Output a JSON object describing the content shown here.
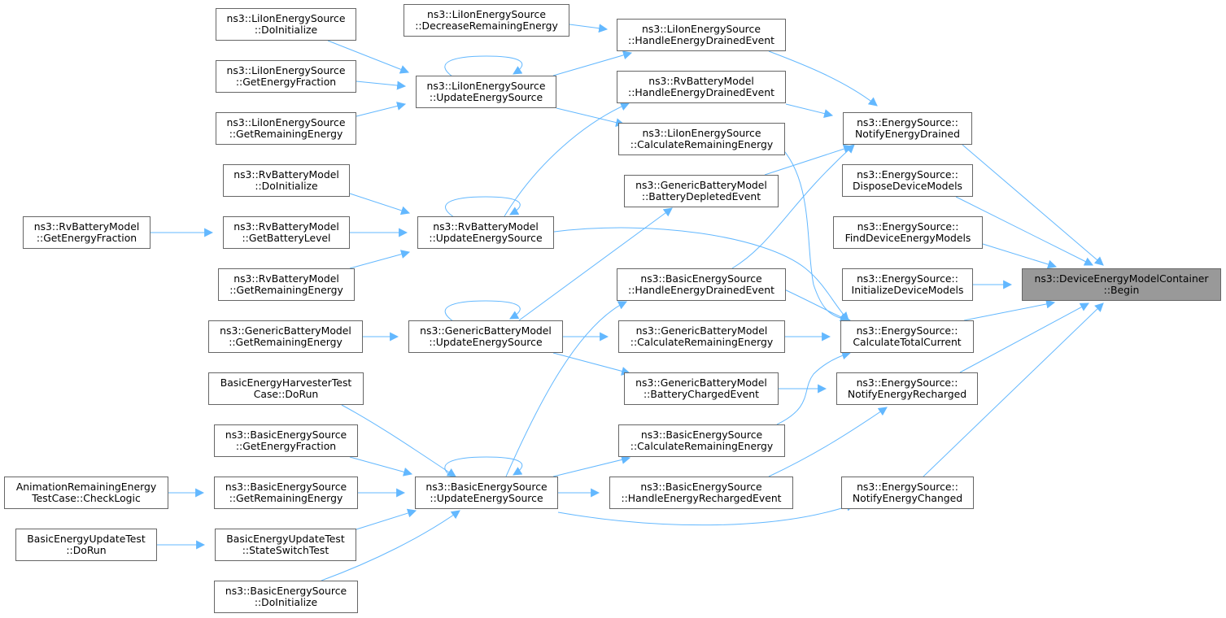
{
  "edge_color": "#63b8ff",
  "root_fill": "#999999",
  "nodes": {
    "lion_doinit": [
      "ns3::LiIonEnergySource",
      "::DoInitialize"
    ],
    "lion_getfrac": [
      "ns3::LiIonEnergySource",
      "::GetEnergyFraction"
    ],
    "lion_getrem": [
      "ns3::LiIonEnergySource",
      "::GetRemainingEnergy"
    ],
    "lion_decrease": [
      "ns3::LiIonEnergySource",
      "::DecreaseRemainingEnergy"
    ],
    "lion_update": [
      "ns3::LiIonEnergySource",
      "::UpdateEnergySource"
    ],
    "lion_drained": [
      "ns3::LiIonEnergySource",
      "::HandleEnergyDrainedEvent"
    ],
    "lion_calc": [
      "ns3::LiIonEnergySource",
      "::CalculateRemainingEnergy"
    ],
    "rv_drained": [
      "ns3::RvBatteryModel",
      "::HandleEnergyDrainedEvent"
    ],
    "rv_doinit": [
      "ns3::RvBatteryModel",
      "::DoInitialize"
    ],
    "rv_getfrac": [
      "ns3::RvBatteryModel",
      "::GetEnergyFraction"
    ],
    "rv_getlevel": [
      "ns3::RvBatteryModel",
      "::GetBatteryLevel"
    ],
    "rv_getrem": [
      "ns3::RvBatteryModel",
      "::GetRemainingEnergy"
    ],
    "rv_update": [
      "ns3::RvBatteryModel",
      "::UpdateEnergySource"
    ],
    "gb_depleted": [
      "ns3::GenericBatteryModel",
      "::BatteryDepletedEvent"
    ],
    "gb_getrem": [
      "ns3::GenericBatteryModel",
      "::GetRemainingEnergy"
    ],
    "gb_update": [
      "ns3::GenericBatteryModel",
      "::UpdateEnergySource"
    ],
    "gb_calc": [
      "ns3::GenericBatteryModel",
      "::CalculateRemainingEnergy"
    ],
    "gb_charged": [
      "ns3::GenericBatteryModel",
      "::BatteryChargedEvent"
    ],
    "bes_drained": [
      "ns3::BasicEnergySource",
      "::HandleEnergyDrainedEvent"
    ],
    "bes_calc": [
      "ns3::BasicEnergySource",
      "::CalculateRemainingEnergy"
    ],
    "bes_recharged": [
      "ns3::BasicEnergySource",
      "::HandleEnergyRechargedEvent"
    ],
    "bes_update": [
      "ns3::BasicEnergySource",
      "::UpdateEnergySource"
    ],
    "bes_getfrac": [
      "ns3::BasicEnergySource",
      "::GetEnergyFraction"
    ],
    "bes_getrem": [
      "ns3::BasicEnergySource",
      "::GetRemainingEnergy"
    ],
    "bes_doinit": [
      "ns3::BasicEnergySource",
      "::DoInitialize"
    ],
    "harvester_test": [
      "BasicEnergyHarvesterTest",
      "Case::DoRun"
    ],
    "anim_test": [
      "AnimationRemainingEnergy",
      "TestCase::CheckLogic"
    ],
    "upd_test_dorun": [
      "BasicEnergyUpdateTest",
      "::DoRun"
    ],
    "upd_test_switch": [
      "BasicEnergyUpdateTest",
      "::StateSwitchTest"
    ],
    "es_drained": [
      "ns3::EnergySource::",
      "NotifyEnergyDrained"
    ],
    "es_dispose": [
      "ns3::EnergySource::",
      "DisposeDeviceModels"
    ],
    "es_find": [
      "ns3::EnergySource::",
      "FindDeviceEnergyModels"
    ],
    "es_init": [
      "ns3::EnergySource::",
      "InitializeDeviceModels"
    ],
    "es_total": [
      "ns3::EnergySource::",
      "CalculateTotalCurrent"
    ],
    "es_recharged": [
      "ns3::EnergySource::",
      "NotifyEnergyRecharged"
    ],
    "es_changed": [
      "ns3::EnergySource::",
      "NotifyEnergyChanged"
    ],
    "root": [
      "ns3::DeviceEnergyModelContainer",
      "::Begin"
    ]
  }
}
